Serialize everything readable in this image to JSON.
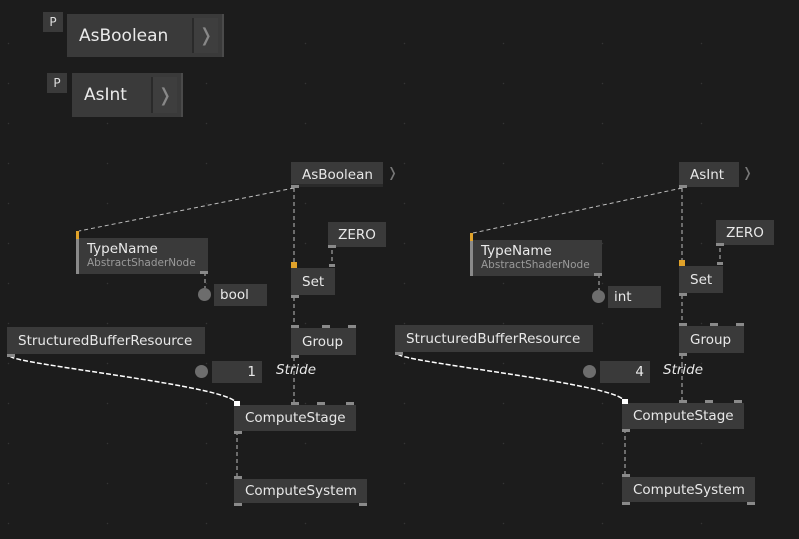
{
  "top_patches": [
    {
      "badge": "P",
      "label": "AsBoolean",
      "chevron": "❭"
    },
    {
      "badge": "P",
      "label": "AsInt",
      "chevron": "❭"
    }
  ],
  "graphs": [
    {
      "input": "AsBoolean",
      "input_chevron": "❭",
      "zero": "ZERO",
      "type_name": "TypeName",
      "type_category": "AbstractShaderNode",
      "type_value": "bool",
      "set": "Set",
      "group": "Group",
      "stride_label": "Stride",
      "stride_value": "1",
      "buffer": "StructuredBufferResource",
      "compute_stage": "ComputeStage",
      "compute_system": "ComputeSystem"
    },
    {
      "input": "AsInt",
      "input_chevron": "❭",
      "zero": "ZERO",
      "type_name": "TypeName",
      "type_category": "AbstractShaderNode",
      "type_value": "int",
      "set": "Set",
      "group": "Group",
      "stride_label": "Stride",
      "stride_value": "4",
      "buffer": "StructuredBufferResource",
      "compute_stage": "ComputeStage",
      "compute_system": "ComputeSystem"
    }
  ],
  "colors": {
    "background": "#1c1c1c",
    "node": "#3a3a3a",
    "link": "#c8c8c8",
    "pin_accent": "#e0a22a"
  }
}
